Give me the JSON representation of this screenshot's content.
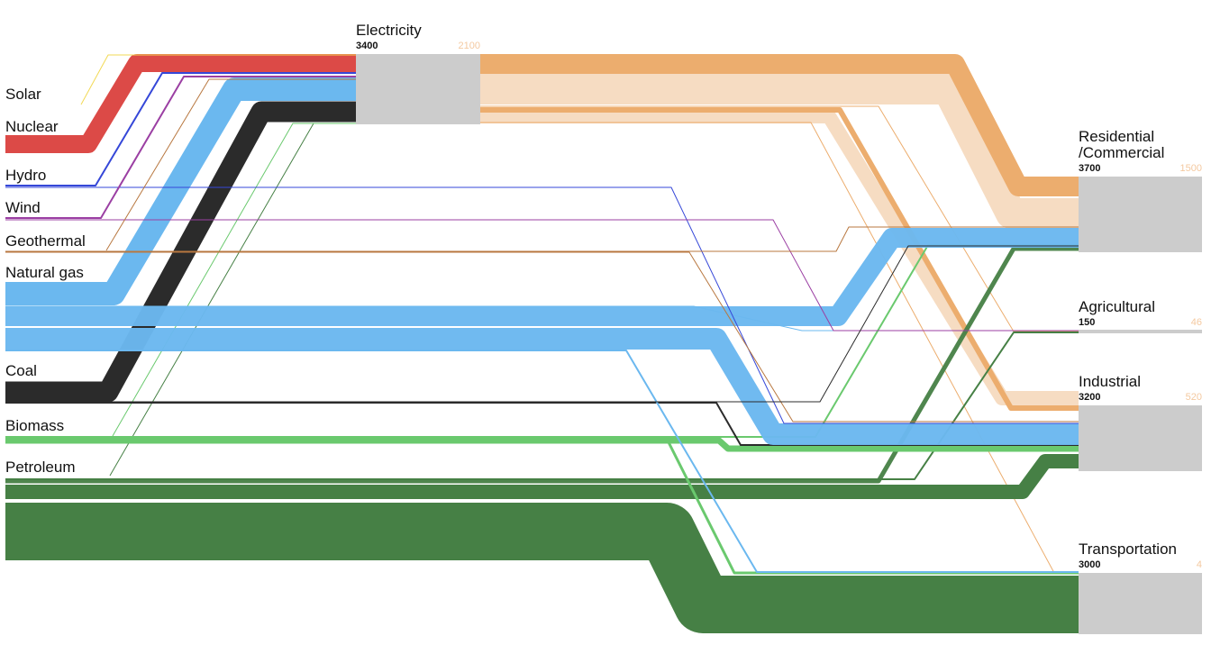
{
  "colors": {
    "solar": "#f2d955",
    "nuclear": "#dc4a47",
    "hydro": "#3547d8",
    "wind": "#9b3fa3",
    "geothermal": "#b8773f",
    "natural_gas": "#6bb8ef",
    "coal": "#2b2b2b",
    "biomass": "#6ac96e",
    "petroleum": "#468045",
    "electricity_flow": "#ecad6e",
    "electricity_loss": "#f6dcc2",
    "node_fill": "#cccccc"
  },
  "sources": [
    {
      "key": "solar",
      "label": "Solar"
    },
    {
      "key": "nuclear",
      "label": "Nuclear"
    },
    {
      "key": "hydro",
      "label": "Hydro"
    },
    {
      "key": "wind",
      "label": "Wind"
    },
    {
      "key": "geothermal",
      "label": "Geothermal"
    },
    {
      "key": "natural_gas",
      "label": "Natural gas"
    },
    {
      "key": "coal",
      "label": "Coal"
    },
    {
      "key": "biomass",
      "label": "Biomass"
    },
    {
      "key": "petroleum",
      "label": "Petroleum"
    }
  ],
  "electricity": {
    "label": "Electricity",
    "total": "3400",
    "electric": "2100"
  },
  "sectors": [
    {
      "key": "residential",
      "label_line1": "Residential",
      "label_line2": "/Commercial",
      "total": "3700",
      "electric": "1500"
    },
    {
      "key": "agricultural",
      "label_line1": "Agricultural",
      "label_line2": "",
      "total": "150",
      "electric": "46"
    },
    {
      "key": "industrial",
      "label_line1": "Industrial",
      "label_line2": "",
      "total": "3200",
      "electric": "520"
    },
    {
      "key": "transportation",
      "label_line1": "Transportation",
      "label_line2": "",
      "total": "3000",
      "electric": "4"
    }
  ]
}
